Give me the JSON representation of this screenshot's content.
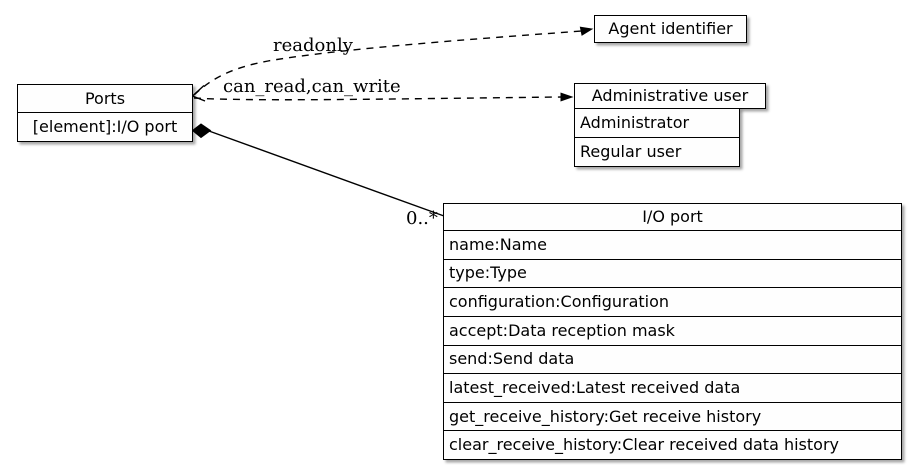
{
  "diagram": {
    "type": "uml-class-diagram",
    "colors": {
      "background": "#ffffff",
      "line": "#000000",
      "node_fill": "#fefefe",
      "text": "#000000"
    },
    "nodes": {
      "ports": {
        "title": "Ports",
        "fields": [
          "[element]:I/O port"
        ]
      },
      "agent_identifier": {
        "title": "Agent identifier"
      },
      "administrative_user": {
        "title": "Administrative user",
        "fields": [
          "Administrator",
          "Regular user"
        ]
      },
      "io_port": {
        "title": "I/O port",
        "fields": [
          "name:Name",
          "type:Type",
          "configuration:Configuration",
          "accept:Data reception mask",
          "send:Send data",
          "latest_received:Latest received data",
          "get_receive_history:Get receive history",
          "clear_receive_history:Clear received data history"
        ]
      }
    },
    "edges": [
      {
        "from": "Ports",
        "to": "Agent identifier",
        "label": "readonly",
        "style": "dashed-arrow"
      },
      {
        "from": "Ports",
        "to": "Administrative user",
        "label": "can_read,can_write",
        "style": "dashed-arrow"
      },
      {
        "from": "Ports",
        "to": "I/O port",
        "multiplicity": "0..*",
        "style": "solid-composition-diamond"
      }
    ]
  }
}
